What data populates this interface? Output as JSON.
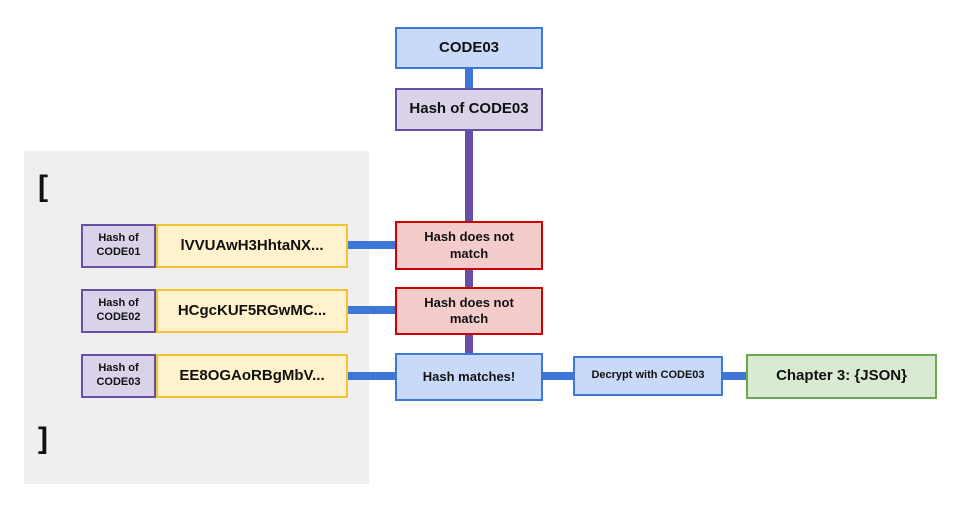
{
  "top": {
    "code": "CODE03",
    "hash_label": "Hash of CODE03"
  },
  "list": {
    "open_bracket": "[",
    "close_bracket": "]",
    "entries": [
      {
        "hash_label": "Hash of CODE01",
        "value": "lVVUAwH3HhtaNX...",
        "result": "Hash does not match"
      },
      {
        "hash_label": "Hash of CODE02",
        "value": "HCgcKUF5RGwMC...",
        "result": "Hash does not match"
      },
      {
        "hash_label": "Hash of CODE03",
        "value": "EE8OGAoRBgMbV...",
        "result": "Hash matches!"
      }
    ]
  },
  "decrypt_label": "Decrypt with CODE03",
  "output_label": "Chapter 3: {JSON}",
  "colors": {
    "blue_fill": "#c9daf8",
    "blue_border": "#3d78d8",
    "purple_fill": "#d9d2e9",
    "purple_border": "#674ea7",
    "red_fill": "#f4cccc",
    "red_border": "#cc0000",
    "yellow_fill": "#fff2cc",
    "yellow_border": "#f1c232",
    "green_fill": "#d9ead3",
    "green_border": "#6aa84f",
    "panel": "#efefef"
  }
}
